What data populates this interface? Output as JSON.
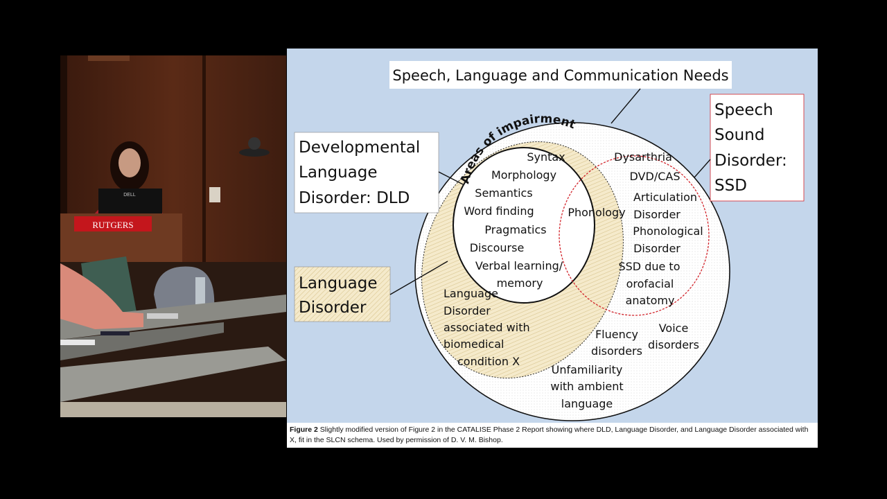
{
  "video": {
    "podium_label": "RUTGERS",
    "monitor_label": "DELL"
  },
  "diagram": {
    "slcn_title": "Speech, Language and Communication Needs",
    "ssd_box": [
      "Speech",
      "Sound",
      "Disorder:",
      "SSD"
    ],
    "dld_box": [
      "Developmental",
      "Language",
      "Disorder: DLD"
    ],
    "ld_box": [
      "Language",
      "Disorder"
    ],
    "areas_label": "Areas of impairment",
    "language_areas": [
      "Syntax",
      "Morphology",
      "Semantics",
      "Word finding",
      "Pragmatics",
      "Discourse",
      "Verbal learning/",
      "memory"
    ],
    "phonology": "Phonology",
    "speech_items": [
      "Dysarthria",
      "DVD/CAS",
      "Articulation",
      "Disorder",
      "Phonological",
      "Disorder",
      "SSD due to",
      "orofacial",
      "anatomy"
    ],
    "ld_x": [
      "Language",
      "Disorder",
      "associated with",
      "biomedical",
      "condition X"
    ],
    "fluency": [
      "Fluency",
      "disorders"
    ],
    "voice": [
      "Voice",
      "disorders"
    ],
    "unfamiliarity": [
      "Unfamiliarity",
      "with ambient",
      "language"
    ],
    "colors": {
      "slide_background": "#c4d6eb",
      "language_disorder_fill": "#f5eacb",
      "ssd_circle_outline": "#d2232a"
    }
  },
  "caption": {
    "bold": "Figure 2",
    "text": " Slightly modified version of Figure 2 in the CATALISE Phase 2 Report showing where DLD, Language Disorder, and Language Disorder associated with X, fit in the SLCN schema. Used by permission of D. V. M. Bishop."
  }
}
